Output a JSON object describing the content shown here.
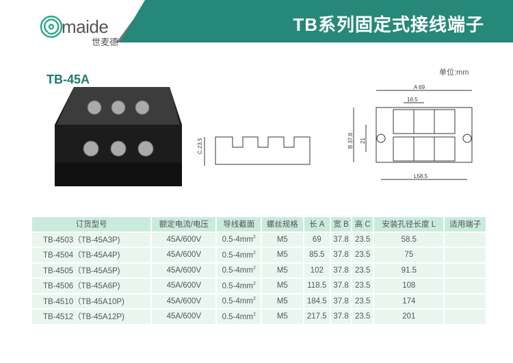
{
  "header": {
    "brand": "maide",
    "brand_cn": "世麦德",
    "title": "TB系列固定式接线端子"
  },
  "model": "TB-45A",
  "unit": "单位:mm",
  "dims": {
    "a": "A 69",
    "pitch": "16.5",
    "b": "B 37.8",
    "h": "21",
    "c": "C 23.5",
    "l": "L58.5"
  },
  "table": {
    "headers": [
      "订货型号",
      "额定电流/电压",
      "导线截面",
      "螺丝规格",
      "长 A",
      "宽 B",
      "高 C",
      "安装孔径长度 L",
      "适用端子"
    ],
    "rows": [
      [
        "TB-4503（TB-45A3P)",
        "45A/600V",
        "0.5-4mm",
        "M5",
        "69",
        "37.8",
        "23.5",
        "58.5",
        ""
      ],
      [
        "TB-4504（TB-45A4P)",
        "45A/600V",
        "0.5-4mm",
        "M5",
        "85.5",
        "37.8",
        "23.5",
        "75",
        ""
      ],
      [
        "TB-4505（TB-45A5P)",
        "45A/600V",
        "0.5-4mm",
        "M5",
        "102",
        "37.8",
        "23.5",
        "91.5",
        ""
      ],
      [
        "TB-4506（TB-45A6P)",
        "45A/600V",
        "0.5-4mm",
        "M5",
        "118.5",
        "37.8",
        "23.5",
        "108",
        ""
      ],
      [
        "TB-4510（TB-45A10P)",
        "45A/600V",
        "0.5-4mm",
        "M5",
        "184.5",
        "37.8",
        "23.5",
        "174",
        ""
      ],
      [
        "TB-4512（TB-45A12P)",
        "45A/600V",
        "0.5-4mm",
        "M5",
        "217.5",
        "37.8",
        "23.5",
        "201",
        ""
      ]
    ],
    "sup": "2"
  }
}
